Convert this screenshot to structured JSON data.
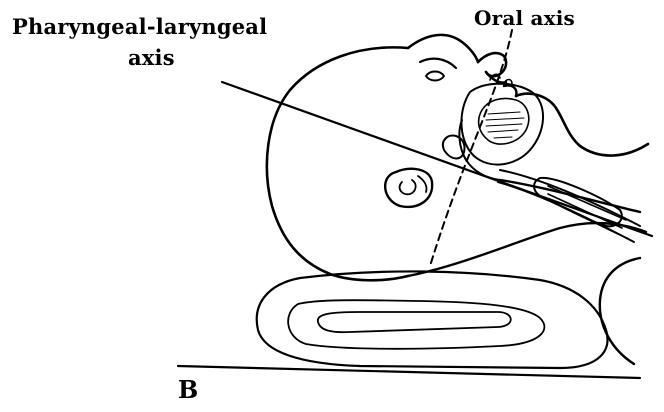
{
  "figure": {
    "labels": {
      "pharyngeal_laryngeal_line1": "Pharyngeal-laryngeal",
      "pharyngeal_laryngeal_line2": "axis",
      "oral_axis": "Oral axis",
      "panel": "B"
    },
    "ink_color": "#000000",
    "background_color": "#ffffff"
  }
}
